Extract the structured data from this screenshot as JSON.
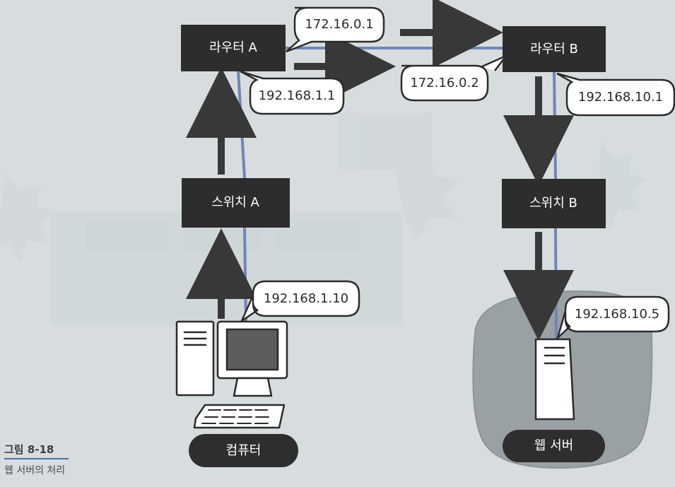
{
  "nodes": {
    "router_a": "라우터 A",
    "router_b": "라우터 B",
    "switch_a": "스위치 A",
    "switch_b": "스위치 B",
    "computer": "컴퓨터",
    "web_server": "웹 서버"
  },
  "addresses": {
    "router_a_external": "172.16.0.1",
    "router_b_external": "172.16.0.2",
    "router_a_internal": "192.168.1.1",
    "router_b_internal": "192.168.10.1",
    "computer": "192.168.1.10",
    "web_server": "192.168.10.5"
  },
  "caption": {
    "figure_number": "그림 8-18",
    "title": "웹 서버의 처리"
  },
  "colors": {
    "background": "#d7dddf",
    "node_box": "#2d2d2d",
    "link": "#6f86b6",
    "arrow": "#383838",
    "server_zone": "#9aa1a4"
  },
  "icons": {
    "computer": "desktop-computer-icon",
    "web_server": "server-tower-icon"
  }
}
